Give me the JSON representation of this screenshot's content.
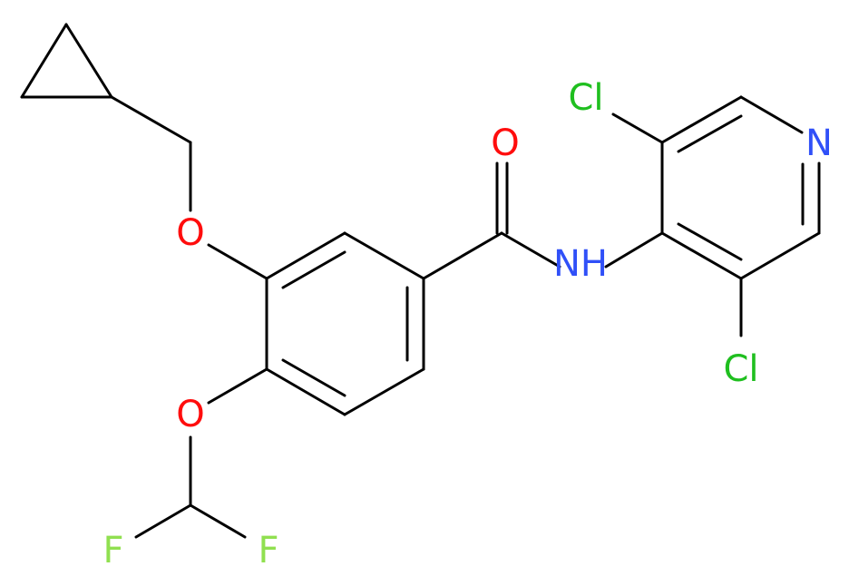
{
  "atoms": {
    "o_ether": {
      "label": "O",
      "color": "#ff0d0d"
    },
    "o_difluoro": {
      "label": "O",
      "color": "#ff0d0d"
    },
    "o_carbonyl": {
      "label": "O",
      "color": "#ff0d0d"
    },
    "n_amide": {
      "label": "NH",
      "color": "#3050f8"
    },
    "n_pyridine": {
      "label": "N",
      "color": "#3050f8"
    },
    "cl_top": {
      "label": "Cl",
      "color": "#1fbf1f"
    },
    "cl_bottom": {
      "label": "Cl",
      "color": "#1fbf1f"
    },
    "f_left": {
      "label": "F",
      "color": "#90e050"
    },
    "f_right": {
      "label": "F",
      "color": "#90e050"
    }
  },
  "bond_color": "#000000"
}
